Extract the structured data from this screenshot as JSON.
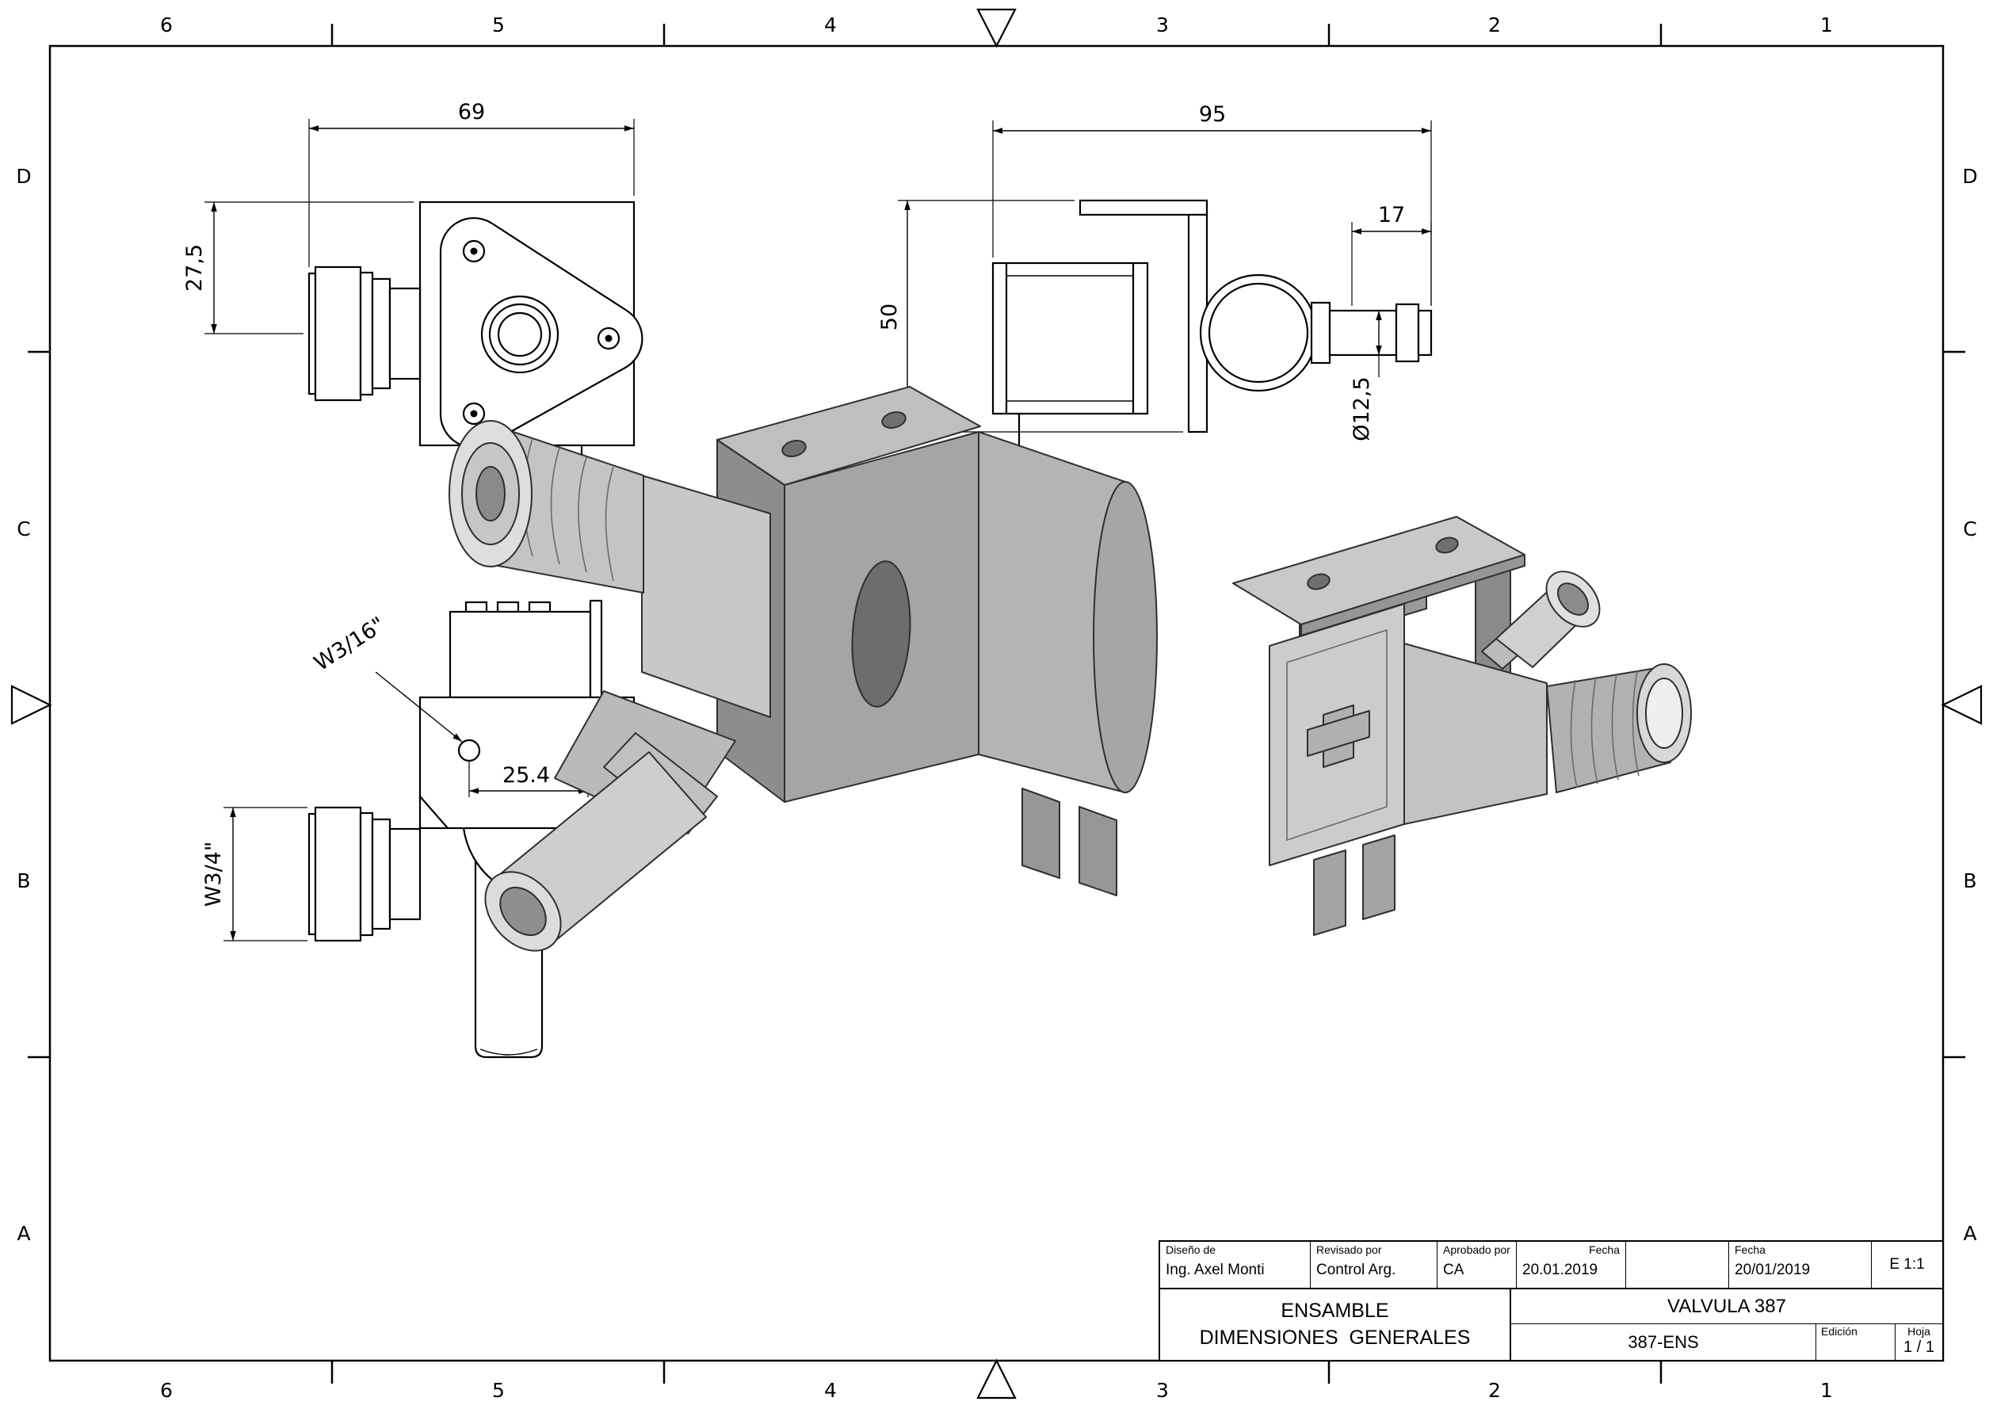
{
  "sheet": {
    "columns": [
      "6",
      "5",
      "4",
      "3",
      "2",
      "1"
    ],
    "rows": [
      "D",
      "C",
      "B",
      "A"
    ]
  },
  "dimensions": {
    "front_width": "69",
    "front_height": "27,5",
    "side_width": "95",
    "side_height": "50",
    "barb_length": "17",
    "barb_diameter": "Ø12,5",
    "thread_small": "W3/16\"",
    "hole_spacing": "25.4",
    "thread_large": "W3/4\""
  },
  "title_block": {
    "designed_label": "Diseño de",
    "designed_value": "Ing. Axel Monti",
    "reviewed_label": "Revisado por",
    "reviewed_value": "Control Arg.",
    "approved_label": "Aprobado por",
    "approved_value": "CA",
    "date1_label": "Fecha",
    "date1_value": "20.01.2019",
    "date2_label": "Fecha",
    "date2_value": "20/01/2019",
    "scale": "E 1:1",
    "title_line1": "ENSAMBLE",
    "title_line2": "DIMENSIONES  GENERALES",
    "part_name": "VALVULA 387",
    "part_number": "387-ENS",
    "edition_label": "Edición",
    "sheet_label": "Hoja",
    "sheet_value": "1 / 1"
  }
}
